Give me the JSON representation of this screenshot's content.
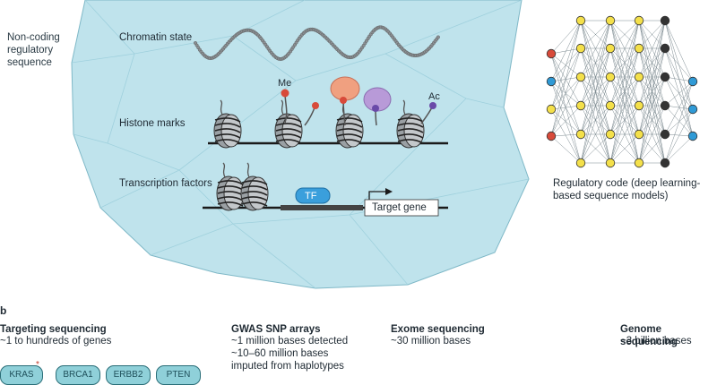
{
  "panel_a": {
    "left_label": "Non-coding\nregulatory\nsequence",
    "chromatin_state": "Chromatin state",
    "histone_marks": "Histone marks",
    "transcription_factors": "Transcription factors",
    "me_label": "Me",
    "ac_label": "Ac",
    "tf_label": "TF",
    "target_gene": "Target gene",
    "regulatory_code": "Regulatory code (deep learning-\nbased sequence models)"
  },
  "panel_b": {
    "letter": "b",
    "columns": [
      {
        "title": "Targeting sequencing",
        "desc": "~1 to hundreds of genes"
      },
      {
        "title": "GWAS SNP arrays",
        "desc": "~1 million bases detected\n~10–60 million bases\nimputed from haplotypes"
      },
      {
        "title": "Exome sequencing",
        "desc": "~30 million bases"
      },
      {
        "title": "Genome sequencing",
        "desc": "~3 billion bases"
      }
    ],
    "genes": [
      "KRAS",
      "BRCA1",
      "ERBB2",
      "PTEN"
    ]
  },
  "colors": {
    "ice": "#bfe3ec",
    "node_red": "#d84a3a",
    "node_blue": "#2f9ad6",
    "node_yellow": "#f4e04a",
    "node_dark": "#333333",
    "tf_blue": "#3a9fdc"
  }
}
